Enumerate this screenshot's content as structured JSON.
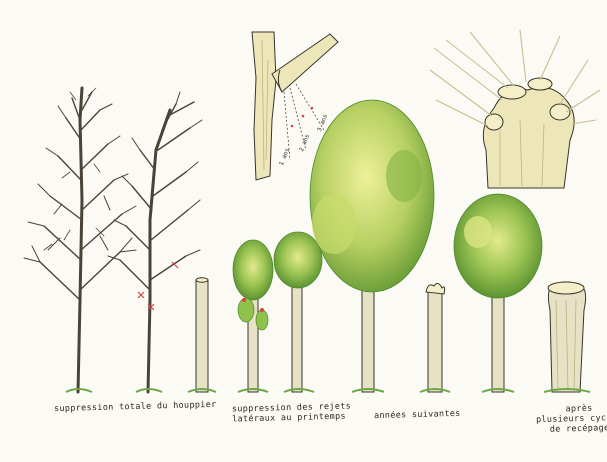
{
  "captions": {
    "suppression_totale": "suppression totale du houppier",
    "rejets_line1": "suppression des rejets",
    "rejets_line2": "latéraux au printemps",
    "annees": "années suivantes",
    "apres_line1": "après",
    "apres_line2": "plusieurs cycles",
    "apres_line3": "de recépage"
  },
  "detail_labels": {
    "label_a": "1 ans",
    "label_b": "2 ans",
    "label_c": "3 ans"
  },
  "colors": {
    "foliage_light": "#d6e07a",
    "foliage_green": "#7fae3a",
    "foliage_dark": "#4f8a2c",
    "trunk": "#cfc6ae",
    "ink": "#3a342b",
    "grass": "#6aa845",
    "cut_mark": "#d94343"
  }
}
